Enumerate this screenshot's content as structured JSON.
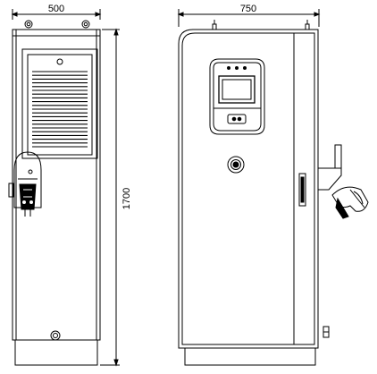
{
  "dimensions": {
    "width_label": "500",
    "depth_label": "750",
    "height_label": "1700"
  },
  "colors": {
    "line": "#000000",
    "background": "#ffffff",
    "screen_fill": "#ffffff"
  },
  "icons": {
    "display_panel_button": "ok-button-icon",
    "emergency_stop": "emergency-stop-icon",
    "charging_connector": "charging-gun-icon"
  }
}
